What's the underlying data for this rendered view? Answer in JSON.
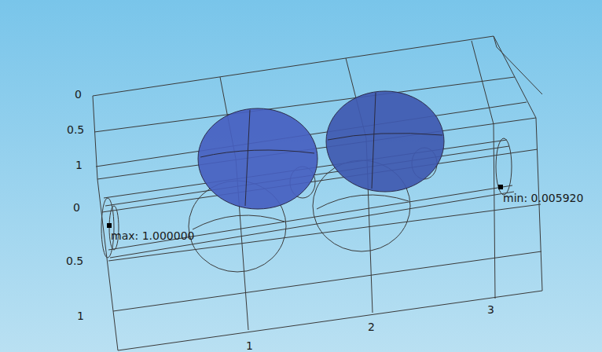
{
  "diagram": {
    "labels": [
      "0",
      "0.5",
      "1",
      "0",
      "0.5",
      "1",
      "1",
      "2",
      "3",
      "max: 1.000000",
      "min: 0.005920"
    ]
  }
}
